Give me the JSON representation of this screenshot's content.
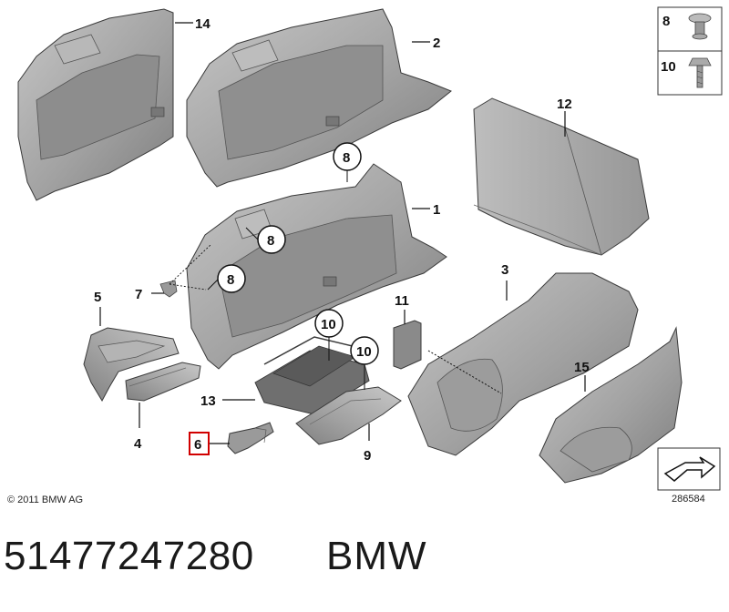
{
  "diagram": {
    "callouts": {
      "c1": "1",
      "c2": "2",
      "c3": "3",
      "c4": "4",
      "c5": "5",
      "c6": "6",
      "c7": "7",
      "c8a": "8",
      "c8b": "8",
      "c8c": "8",
      "c9": "9",
      "c10a": "10",
      "c10b": "10",
      "c11": "11",
      "c12": "12",
      "c13": "13",
      "c14": "14",
      "c15": "15"
    },
    "legend": {
      "item_a": "8",
      "item_b": "10"
    },
    "highlighted_callout": "6",
    "copyright": "© 2011 BMW AG",
    "diagram_id": "286584"
  },
  "listing": {
    "part_number": "51477247280",
    "brand": "BMW"
  },
  "colors": {
    "part_fill": "#a9a9a9",
    "part_fill_dark": "#8f8f8f",
    "part_fill_light": "#c2c2c2",
    "outline": "#3a3a3a",
    "highlight": "#d10000"
  }
}
